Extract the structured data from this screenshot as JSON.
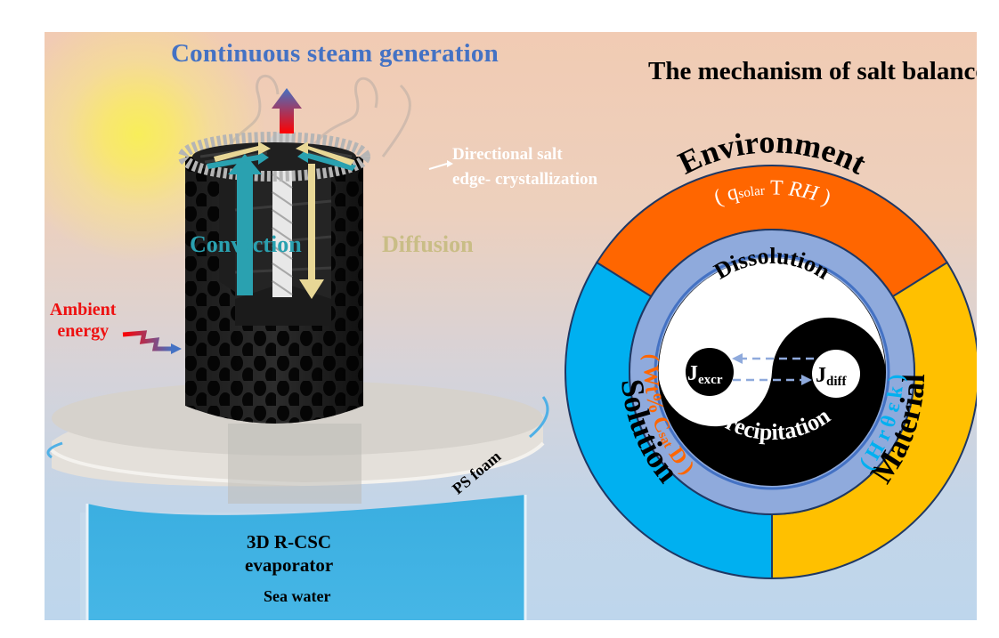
{
  "figure": {
    "left_panel": {
      "title": "Continuous steam generation",
      "labels": {
        "edge_crystallization_line1": "Directional salt",
        "edge_crystallization_line2": "edge- crystallization",
        "convection": "Convection",
        "diffusion": "Diffusion",
        "ambient_line1": "Ambient",
        "ambient_line2": "energy",
        "ps_foam": "PS foam",
        "evaporator_line1": "3D R-CSC",
        "evaporator_line2": "evaporator",
        "sea_water": "Sea water"
      },
      "icons": [
        "sun-icon",
        "steam-arrow-icon",
        "heat-wave-arrow-icon"
      ],
      "colors": {
        "title": "#4472c4",
        "convection": "#2aa1b0",
        "diffusion": "#c9bd86",
        "ambient": "#ee1111",
        "water": "#44b4e4"
      }
    },
    "right_panel": {
      "title": "The mechanism of salt balance",
      "outer_segments": {
        "environment": {
          "label": "Environment",
          "params_open": "(",
          "param_q": "q",
          "param_q_sub": "solar",
          "param_t": "T",
          "param_rh": "RH",
          "params_close": ")",
          "color": "#ff6600",
          "param_color": "#ffffff"
        },
        "solution": {
          "label": "Solution",
          "params": "( Wt% C",
          "params_sub": "sat",
          "params_tail": "D )",
          "color": "#00b0f0",
          "param_color": "#ff6600"
        },
        "material": {
          "label": "Material",
          "params": "( H r θ ε k )",
          "color": "#ffc000",
          "param_color": "#00b0f0"
        }
      },
      "inner": {
        "dissolution": "Dissolution",
        "precipitation": "Precipitation",
        "j_excr": "J",
        "j_excr_sub": "excr",
        "j_diff": "J",
        "j_diff_sub": "diff"
      },
      "colors": {
        "inner_ring": "#8faadc",
        "ring_stroke": "#1f3864",
        "flux_arrow": "#8faadc"
      }
    }
  }
}
